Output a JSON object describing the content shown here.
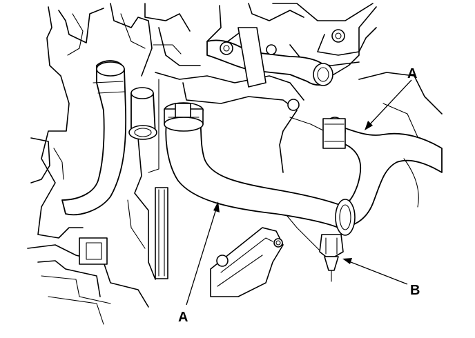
{
  "callouts": {
    "a_upper": "A",
    "a_lower": "A",
    "b": "B"
  },
  "parts": {
    "hose_a_upper": "hose-icon",
    "hose_a_lower": "hose-icon",
    "bolt_b": "bolt-icon"
  }
}
